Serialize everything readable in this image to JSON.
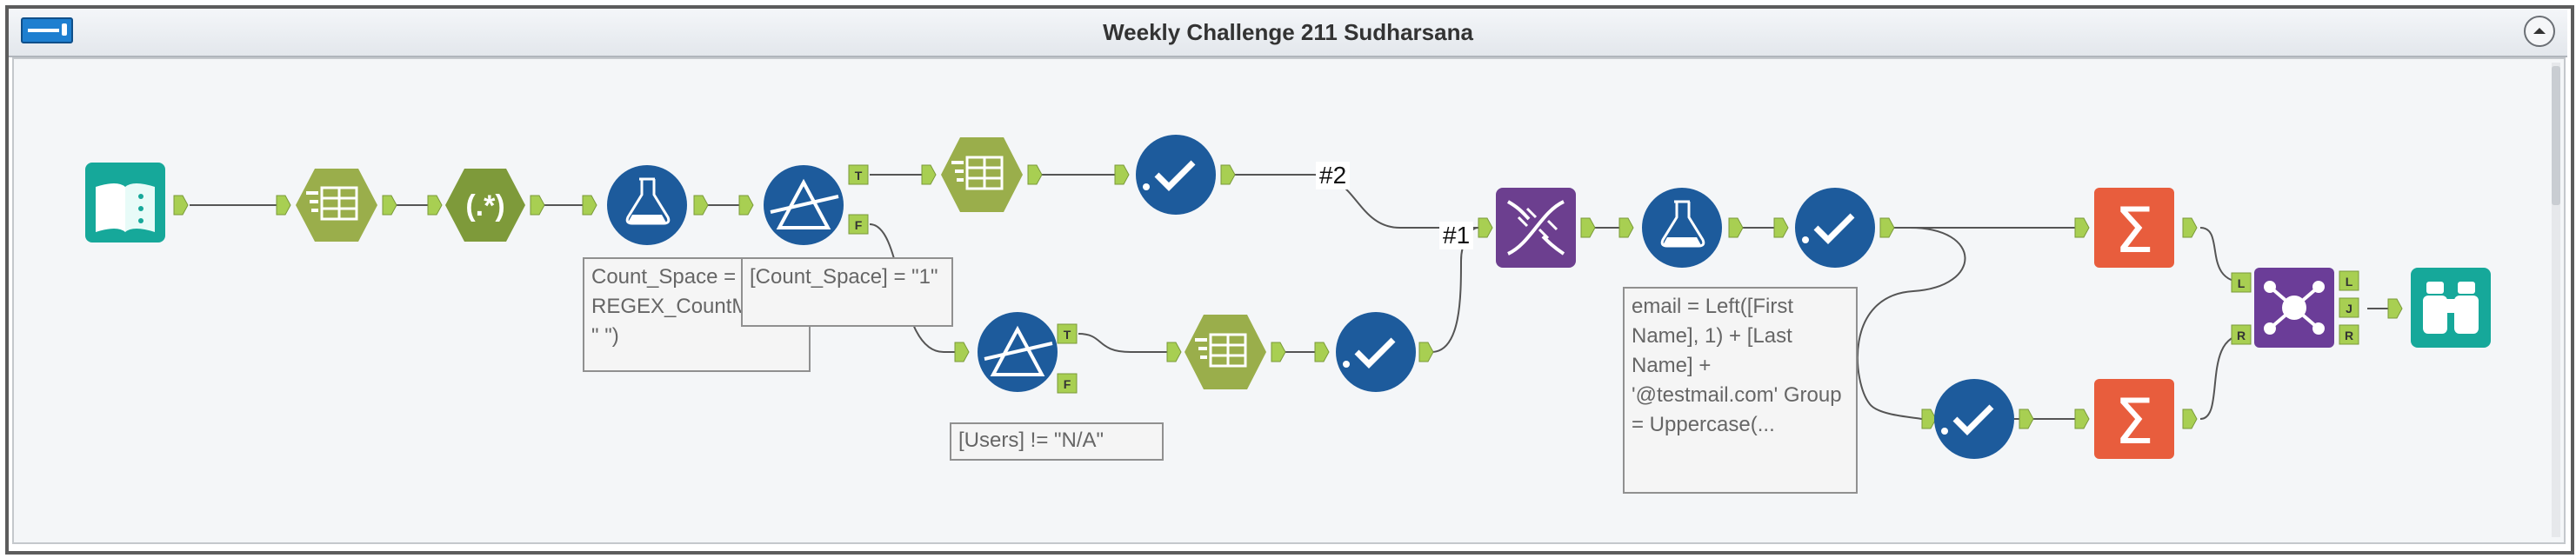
{
  "window": {
    "title": "Weekly Challenge 211 Sudharsana"
  },
  "icons": {
    "toggle": "toggle-switch-icon",
    "collapse": "collapse-chevron-icon"
  },
  "colors": {
    "io_teal": "#16a89a",
    "preparation_green": "#9aae4b",
    "parse_olive": "#7e9a3a",
    "preparation_blue": "#1d5b9c",
    "developer_purple": "#6c3f8f",
    "transform_orange": "#e85d3d",
    "join_purple": "#6b3d98",
    "anchor_green": "#a8cf52",
    "connection_gray": "#555555"
  },
  "tools": [
    {
      "type": "input-data",
      "icon": "book-icon"
    },
    {
      "type": "select",
      "icon": "list-grid-icon"
    },
    {
      "type": "regex",
      "icon": "regex-icon",
      "glyph": "(.*)"
    },
    {
      "type": "formula",
      "icon": "flask-icon"
    },
    {
      "type": "filter",
      "icon": "filter-prism-icon",
      "anchors": [
        "T",
        "F"
      ]
    },
    {
      "type": "select",
      "icon": "list-grid-icon"
    },
    {
      "type": "auto-field",
      "icon": "checkmark-icon"
    },
    {
      "type": "filter",
      "icon": "filter-prism-icon",
      "anchors": [
        "T",
        "F"
      ]
    },
    {
      "type": "select",
      "icon": "list-grid-icon"
    },
    {
      "type": "auto-field",
      "icon": "checkmark-icon"
    },
    {
      "type": "union",
      "icon": "dna-icon"
    },
    {
      "type": "formula",
      "icon": "flask-icon"
    },
    {
      "type": "auto-field",
      "icon": "checkmark-icon"
    },
    {
      "type": "summarize",
      "icon": "sigma-icon",
      "glyph": "Σ"
    },
    {
      "type": "auto-field",
      "icon": "checkmark-icon"
    },
    {
      "type": "summarize",
      "icon": "sigma-icon",
      "glyph": "Σ"
    },
    {
      "type": "join",
      "icon": "join-network-icon",
      "anchors": [
        "L",
        "J",
        "R"
      ]
    },
    {
      "type": "browse",
      "icon": "binoculars-icon"
    }
  ],
  "connection_labels": [
    "#2",
    "#1"
  ],
  "annotations": {
    "formula1": "Count_Space = REGEX_CountMatches([Users], \" \")",
    "formula1_overlay": "[Count_Space] = \"1\"",
    "filter2": "[Users] != \"N/A\"",
    "formula2": "email = Left([First Name], 1) + [Last Name] + '@testmail.com' Group = Uppercase(..."
  }
}
